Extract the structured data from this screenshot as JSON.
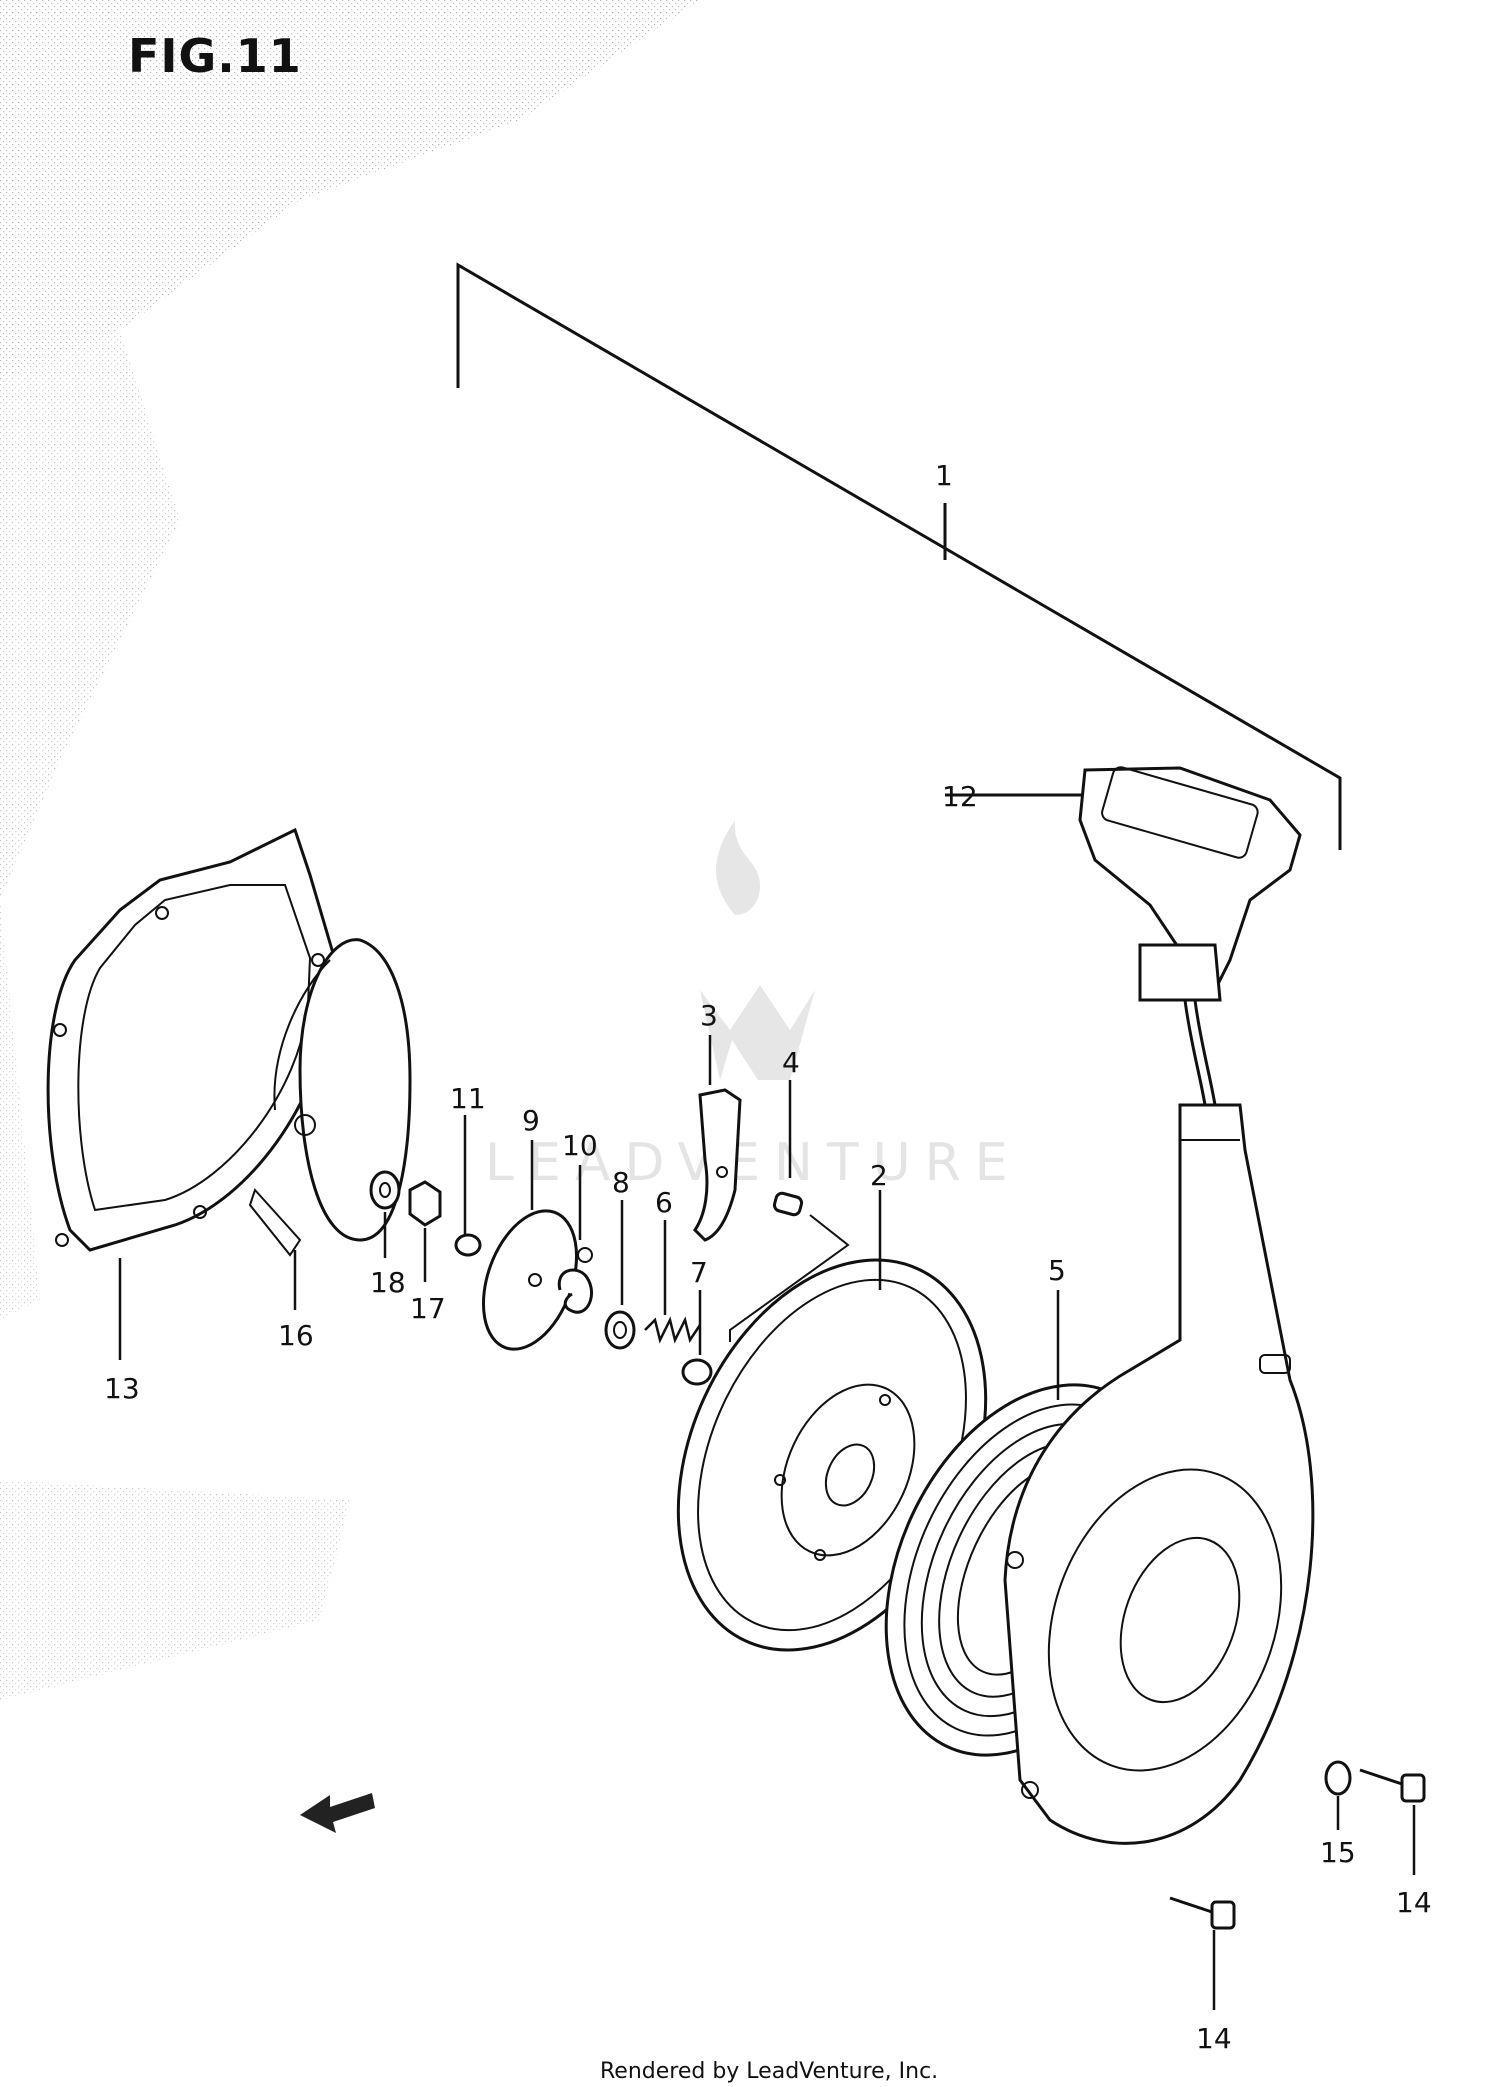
{
  "figure_title": "FIG.11",
  "credit": "Rendered by LeadVenture, Inc.",
  "watermark": "LEADVENTURE",
  "callouts": [
    {
      "id": "c1",
      "label": "1"
    },
    {
      "id": "c2",
      "label": "2"
    },
    {
      "id": "c3",
      "label": "3"
    },
    {
      "id": "c4",
      "label": "4"
    },
    {
      "id": "c5",
      "label": "5"
    },
    {
      "id": "c6",
      "label": "6"
    },
    {
      "id": "c7",
      "label": "7"
    },
    {
      "id": "c8",
      "label": "8"
    },
    {
      "id": "c9",
      "label": "9"
    },
    {
      "id": "c10",
      "label": "10"
    },
    {
      "id": "c11",
      "label": "11"
    },
    {
      "id": "c12",
      "label": "12"
    },
    {
      "id": "c13",
      "label": "13"
    },
    {
      "id": "c14a",
      "label": "14"
    },
    {
      "id": "c14b",
      "label": "14"
    },
    {
      "id": "c15",
      "label": "15"
    },
    {
      "id": "c16",
      "label": "16"
    },
    {
      "id": "c17",
      "label": "17"
    },
    {
      "id": "c18",
      "label": "18"
    }
  ],
  "icons": {
    "direction_arrow": "arrow-left-icon",
    "watermark_logo": "leadventure-logo-icon"
  }
}
